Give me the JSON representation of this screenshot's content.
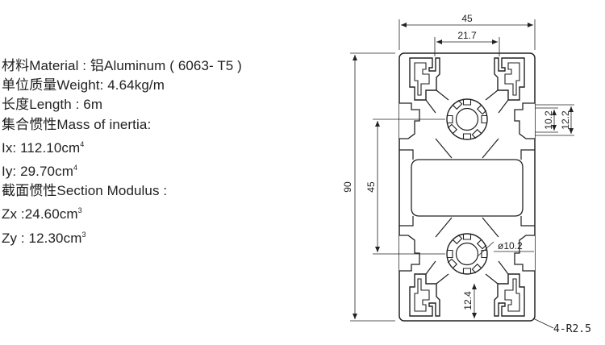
{
  "specs": {
    "material": "材料Material : 铝Aluminum ( 6063- T5 )",
    "weight": "单位质量Weight: 4.64kg/m",
    "length": "长度Length : 6m",
    "inertia_title": "集合惯性Mass of  inertia:",
    "ix_label": "Ix: 112.10cm",
    "ix_exp": "4",
    "iy_label": "Iy: 29.70cm",
    "iy_exp": "4",
    "modulus_title": "截面惯性Section Modulus :",
    "zx_label": "Zx :24.60cm",
    "zx_exp": "3",
    "zy_label": "Zy : 12.30cm",
    "zy_exp": "3"
  },
  "dimensions": {
    "overall_width": "45",
    "slot_spacing": "21.7",
    "overall_height": "90",
    "bore_spacing": "45",
    "slot_inner": "10.2",
    "slot_outer": "12.2",
    "bore_diameter": "ø10.2",
    "slot_depth": "12.4",
    "corner_radius": "4-R2.5"
  },
  "colors": {
    "line": "#222222",
    "fill": "#ffffff"
  }
}
